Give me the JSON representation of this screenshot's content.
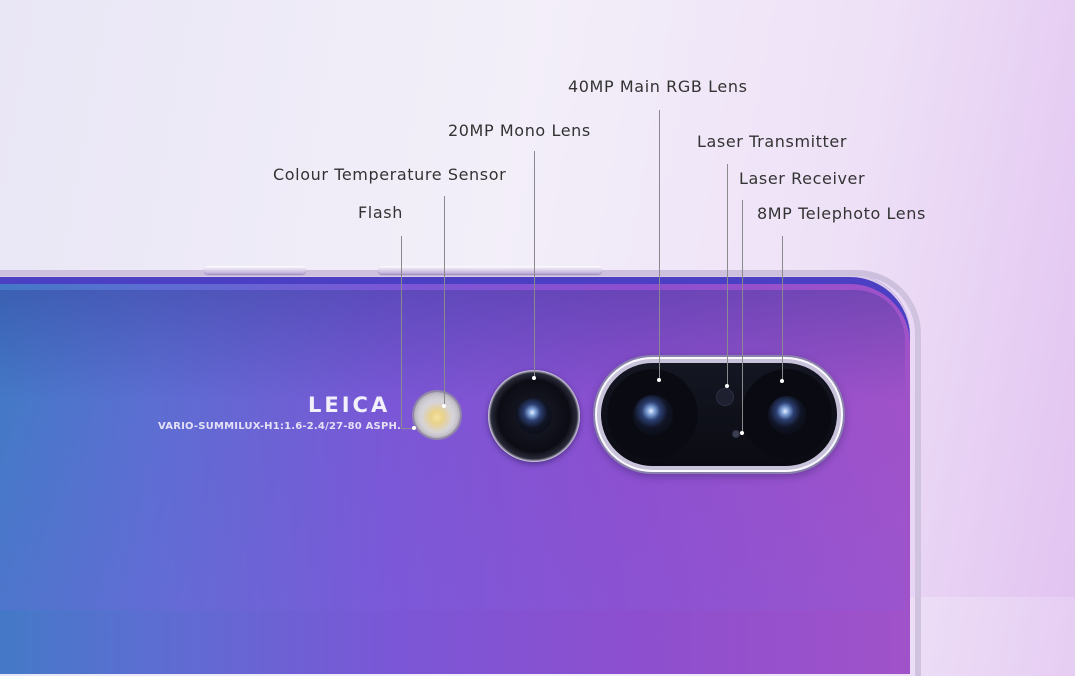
{
  "branding": {
    "logo": "LEICA",
    "lens_spec": "VARIO-SUMMILUX-H1:1.6-2.4/27-80 ASPH."
  },
  "labels": {
    "flash": "Flash",
    "colour_temperature_sensor": "Colour Temperature Sensor",
    "mono_lens": "20MP Mono Lens",
    "main_rgb_lens": "40MP Main RGB Lens",
    "laser_transmitter": "Laser Transmitter",
    "laser_receiver": "Laser Receiver",
    "telephoto_lens": "8MP Telephoto Lens"
  },
  "colors": {
    "label_text": "#333333",
    "leader_line": "#8a8a8e",
    "phone_blue": "#3e7cc4",
    "phone_purple": "#a052c9"
  },
  "icons": [
    "flash-icon",
    "lens-icon"
  ]
}
